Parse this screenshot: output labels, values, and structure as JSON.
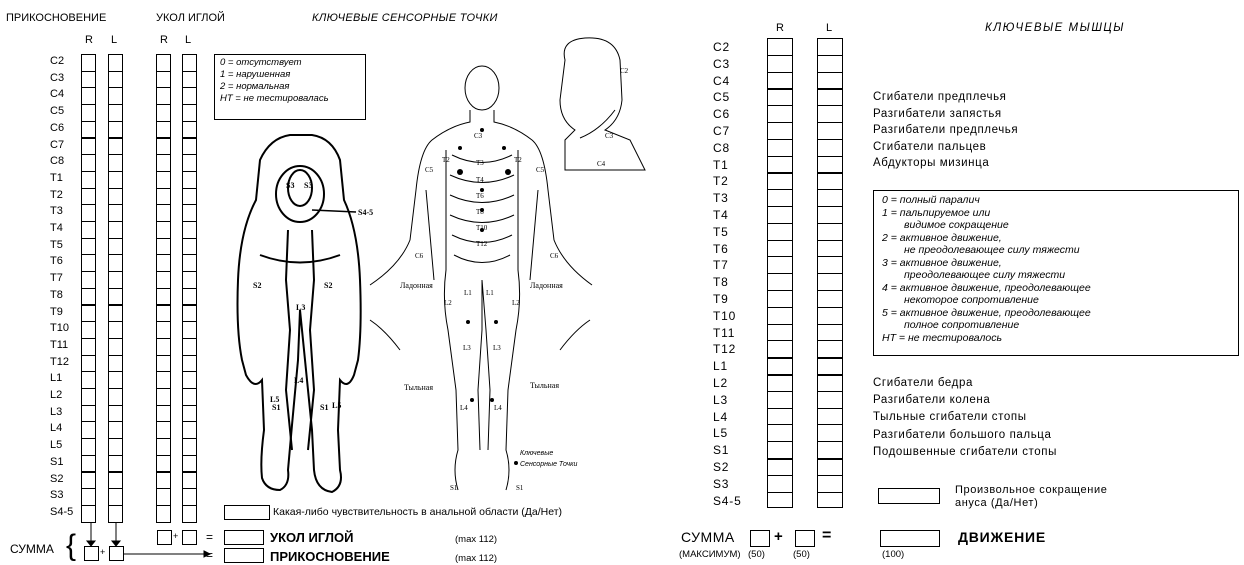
{
  "left_panel": {
    "touch_header": "ПРИКОСНОВЕНИЕ",
    "needle_header": "УКОЛ ИГЛОЙ",
    "sensory_title": "КЛЮЧЕВЫЕ СЕНСОРНЫЕ ТОЧКИ",
    "col_r": "R",
    "col_l": "L",
    "levels": [
      "C2",
      "C3",
      "C4",
      "C5",
      "C6",
      "C7",
      "C8",
      "T1",
      "T2",
      "T3",
      "T4",
      "T5",
      "T6",
      "T7",
      "T8",
      "T9",
      "T10",
      "T11",
      "T12",
      "L1",
      "L2",
      "L3",
      "L4",
      "L5",
      "S1",
      "S2",
      "S3",
      "S4-5"
    ],
    "legend": [
      "0 = отсутствует",
      "1 = нарушенная",
      "2 = нормальная",
      "НТ = не тестировалась"
    ],
    "anal_question": "Какая-либо чувствительность в анальной области (Да/Нет)",
    "sum_label": "СУММА",
    "needle_total": "УКОЛ ИГЛОЙ",
    "needle_max": "(max 112)",
    "touch_total": "ПРИКОСНОВЕНИЕ",
    "touch_max": "(max 112)",
    "plus": "+",
    "equals": "=",
    "figure_labels": {
      "palm_left": "Ладонная",
      "palm_right": "Ладонная",
      "back_left": "Тыльная",
      "back_right": "Тыльная",
      "key_note_1": "Ключевые",
      "key_note_2": "Сенсорные Точки"
    }
  },
  "right_panel": {
    "title": "КЛЮЧЕВЫЕ МЫШЦЫ",
    "col_r": "R",
    "col_l": "L",
    "levels": [
      "C2",
      "C3",
      "C4",
      "C5",
      "C6",
      "C7",
      "C8",
      "T1",
      "T2",
      "T3",
      "T4",
      "T5",
      "T6",
      "T7",
      "T8",
      "T9",
      "T10",
      "T11",
      "T12",
      "L1",
      "L2",
      "L3",
      "L4",
      "L5",
      "S1",
      "S2",
      "S3",
      "S4-5"
    ],
    "upper_muscles": [
      "Сгибатели предплечья",
      "Разгибатели запястья",
      "Разгибатели предплечья",
      "Сгибатели пальцев",
      "Абдукторы мизинца"
    ],
    "lower_muscles": [
      "Сгибатели бедра",
      "Разгибатели колена",
      "Тыльные сгибатели стопы",
      "Разгибатели большого пальца",
      "Подошвенные сгибатели стопы"
    ],
    "legend": [
      "0 = полный паралич",
      "1 = пальпируемое или",
      "видимое сокращение",
      "2 = активное движение,",
      "не преодолевающее силу тяжести",
      "3 = активное движение,",
      "преодолевающее силу тяжести",
      "4 = активное движение, преодолевающее",
      "некоторое сопротивление",
      "5 = активное движение, преодолевающее",
      "полное сопротивление",
      "НТ = не тестировалось"
    ],
    "anal_label_1": "Произвольное сокращение",
    "anal_label_2": "ануса (Да/Нет)",
    "sum_label": "СУММА",
    "sum_max": "(МАКСИМУМ)",
    "r_max": "(50)",
    "l_max": "(50)",
    "total_max": "(100)",
    "motion_label": "ДВИЖЕНИЕ",
    "plus": "+",
    "equals": "="
  }
}
